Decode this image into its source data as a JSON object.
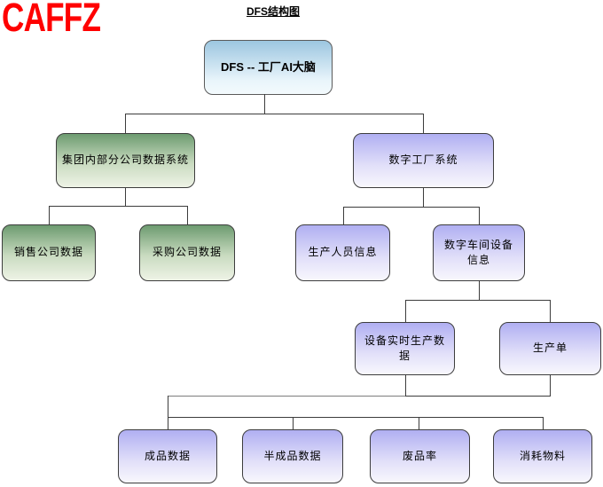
{
  "watermark": {
    "text": "CAFFZ",
    "color": "#ff0000"
  },
  "title": "DFS结构图",
  "colors": {
    "watermark_red": "#ff0000",
    "root_gradient_top": "#9cc6e0",
    "green_gradient_top": "#6d9b70",
    "purple_gradient_top": "#b0aff2",
    "gradient_bottom": "#f8f7fd",
    "node_border": "#3d3d3d",
    "connector_line": "#3c3c3c"
  },
  "nodes": {
    "root": "DFS -- 工厂AI大脑",
    "group_data_system": "集团内部分公司数据系统",
    "digital_factory_system": "数字工厂系统",
    "sales_company_data": "销售公司数据",
    "purchase_company_data": "采购公司数据",
    "production_personnel_info": "生产人员信息",
    "workshop_equipment_info": "数字车间设备信息",
    "equipment_realtime_data": "设备实时生产数据",
    "production_order": "生产单",
    "finished_product_data": "成品数据",
    "semi_finished_data": "半成品数据",
    "scrap_rate": "废品率",
    "consumed_materials": "消耗物料"
  }
}
